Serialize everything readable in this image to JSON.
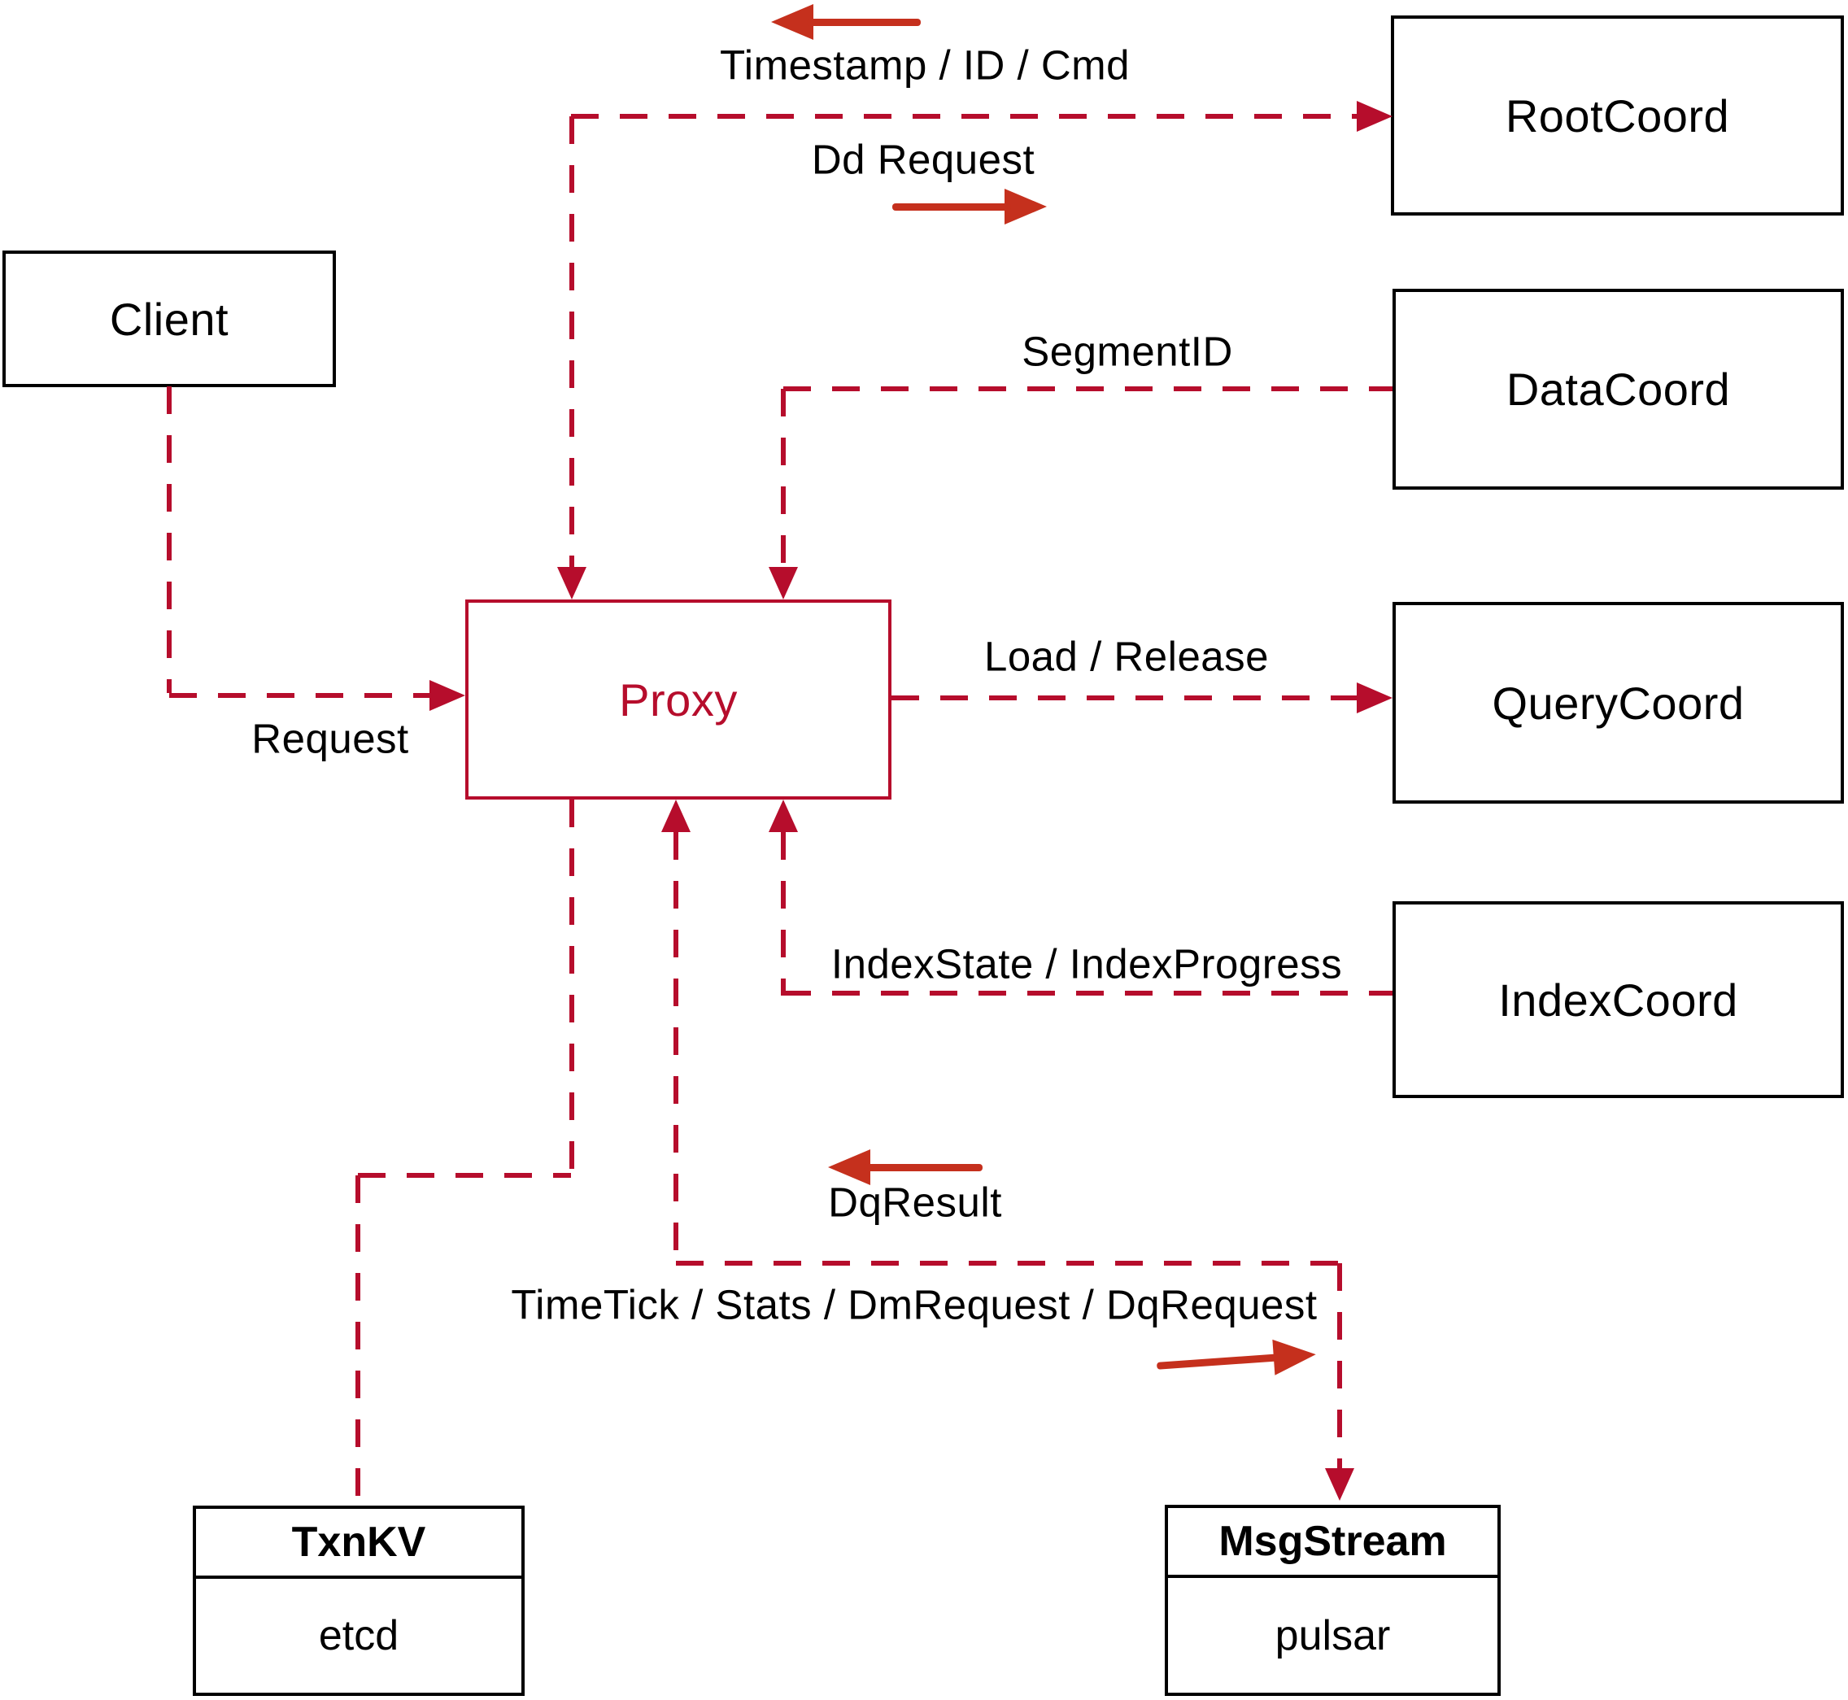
{
  "diagram": {
    "name": "Milvus proxy architecture diagram",
    "background": "#ffffff"
  },
  "nodes": {
    "client": {
      "label": "Client"
    },
    "proxy": {
      "label": "Proxy"
    },
    "rootcoord": {
      "label": "RootCoord"
    },
    "datacoord": {
      "label": "DataCoord"
    },
    "querycoord": {
      "label": "QueryCoord"
    },
    "indexcoord": {
      "label": "IndexCoord"
    },
    "txnkv": {
      "title": "TxnKV",
      "subtitle": "etcd"
    },
    "msgstream": {
      "title": "MsgStream",
      "subtitle": "pulsar"
    }
  },
  "edges": {
    "root_to_proxy": {
      "label": "Timestamp / ID / Cmd",
      "direction": "left"
    },
    "proxy_to_root": {
      "label": "Dd Request",
      "direction": "right"
    },
    "data_to_proxy": {
      "label": "SegmentID"
    },
    "client_to_proxy": {
      "label": "Request"
    },
    "proxy_to_query": {
      "label": "Load / Release"
    },
    "index_to_proxy": {
      "label": "IndexState / IndexProgress"
    },
    "msg_to_proxy": {
      "label": "DqResult",
      "direction": "left"
    },
    "proxy_to_msg": {
      "label": "TimeTick / Stats / DmRequest / DqRequest",
      "direction": "right"
    }
  },
  "colors": {
    "dashed_line_red": "#b60d2c",
    "solid_arrow_red": "#c5301d",
    "box_border_black": "#000000",
    "text_black": "#000000",
    "proxy_red": "#b60d2c",
    "background": "#ffffff"
  }
}
